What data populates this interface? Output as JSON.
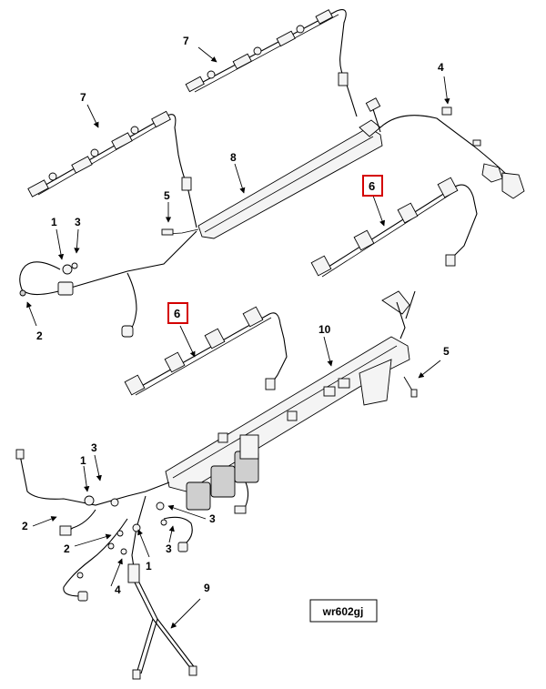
{
  "callouts": {
    "c7a": "7",
    "c7b": "7",
    "c4a": "4",
    "c8": "8",
    "c6a": "6",
    "c5a": "5",
    "c1a": "1",
    "c3a": "3",
    "c2a": "2",
    "c6b": "6",
    "c10": "10",
    "c5b": "5",
    "c3b": "3",
    "c1b": "1",
    "c2b": "2",
    "c3c": "3",
    "c2c": "2",
    "c3d": "3",
    "c1c": "1",
    "c4b": "4",
    "c9": "9"
  },
  "reference_code": "wr602gj",
  "colors": {
    "highlight": "#d40000",
    "line": "#000000"
  }
}
